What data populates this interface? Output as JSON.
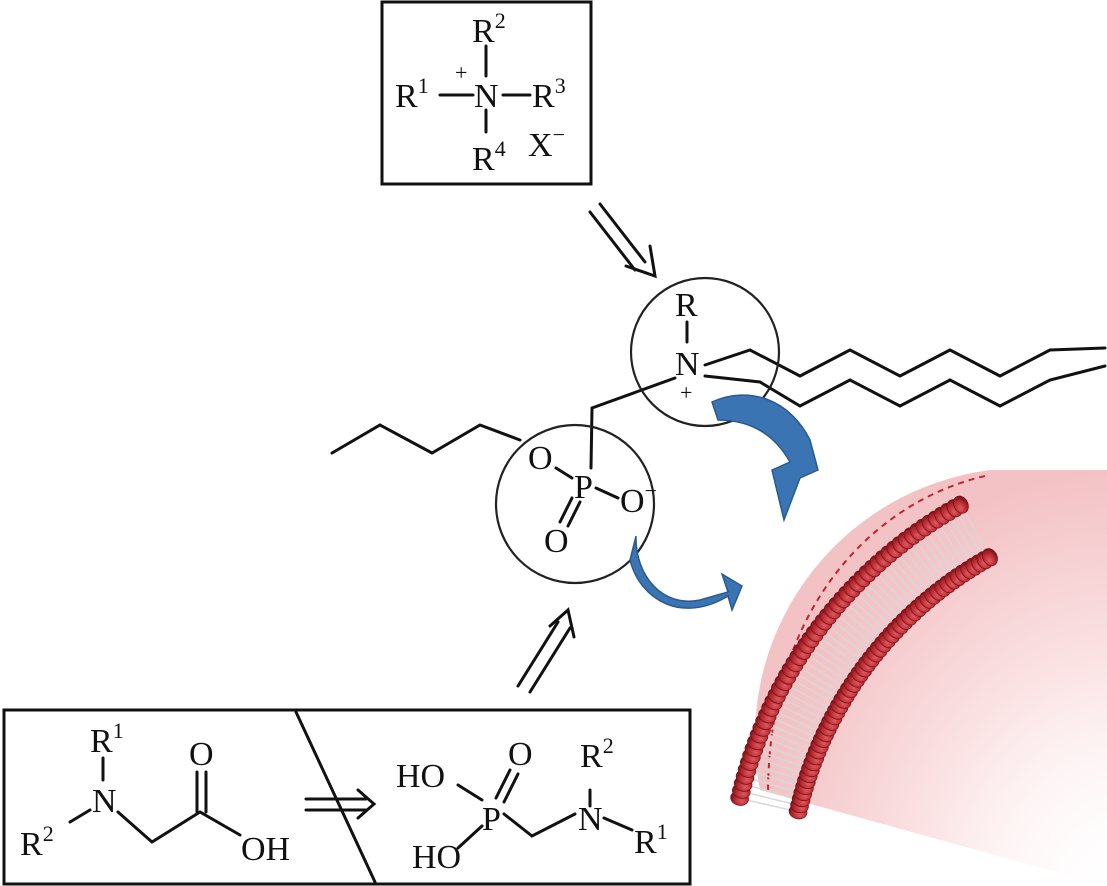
{
  "quaternary_ammonium_box": {
    "n_plus": "N",
    "plus_sign": "+",
    "r1_letter": "R",
    "r1_sup": "1",
    "r2_letter": "R",
    "r2_sup": "2",
    "r3_letter": "R",
    "r3_sup": "3",
    "r4_letter": "R",
    "r4_sup": "4",
    "counterion": "X",
    "counterion_charge": "−"
  },
  "zwitterion_center": {
    "amine_r": "R",
    "amine_n": "N",
    "amine_plus": "+",
    "phosphonate_p": "P",
    "phosphonate_o1": "O",
    "phosphonate_o2": "O",
    "phosphonate_o_minus": "O",
    "minus_sign": "−"
  },
  "glycine_panel": {
    "n": "N",
    "r1_letter": "R",
    "r1_sup": "1",
    "r2_letter": "R",
    "r2_sup": "2",
    "carbonyl_o": "O",
    "hydroxyl": "OH"
  },
  "phosphonate_panel": {
    "ho_top": "HO",
    "ho_bottom": "HO",
    "p": "P",
    "o": "O",
    "n": "N",
    "r2_letter": "R",
    "r2_sup": "2",
    "r1_letter": "R",
    "r1_sup": "1"
  },
  "colors": {
    "ink": "#111111",
    "membrane_head": "#b3262e",
    "membrane_head_dark": "#7d1418",
    "arrow_blue": "#3a74b3",
    "cell_interior": "#f7d5d7"
  },
  "icons": [
    "implication-arrow-icon",
    "curved-arrow-icon",
    "lipid-bilayer-icon"
  ]
}
